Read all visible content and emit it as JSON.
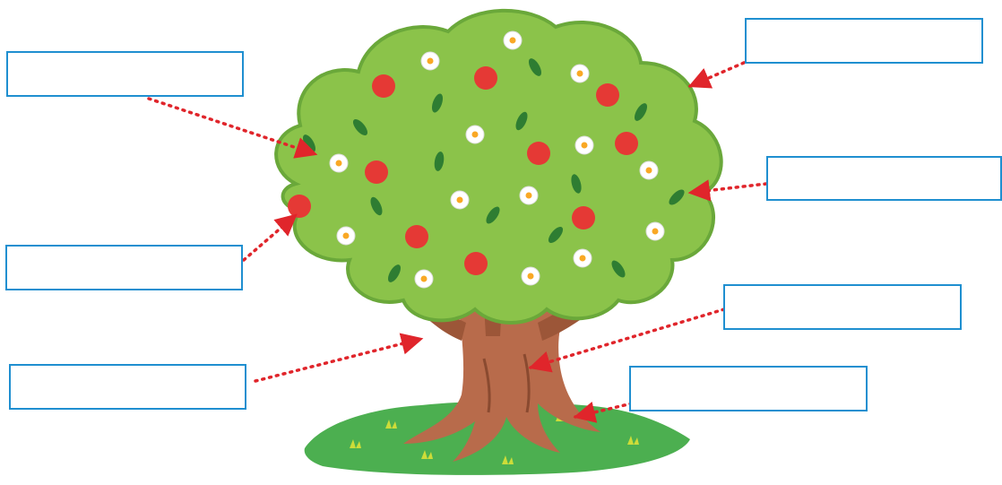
{
  "diagram": {
    "topic_icon": "apple-tree-illustration",
    "colors": {
      "canopy": "#8bc34a",
      "canopy_dark": "#6aa83a",
      "trunk": "#b86b4b",
      "grass": "#4caf50",
      "apple": "#e53935",
      "arrow": "#e0252b",
      "box_border": "#1f8fd0"
    },
    "label_boxes": [
      {
        "id": "leaves-canopy",
        "text": ""
      },
      {
        "id": "top-right-canopy",
        "text": ""
      },
      {
        "id": "leaf",
        "text": ""
      },
      {
        "id": "fruit",
        "text": ""
      },
      {
        "id": "branch",
        "text": ""
      },
      {
        "id": "trunk",
        "text": ""
      },
      {
        "id": "root",
        "text": ""
      }
    ]
  }
}
